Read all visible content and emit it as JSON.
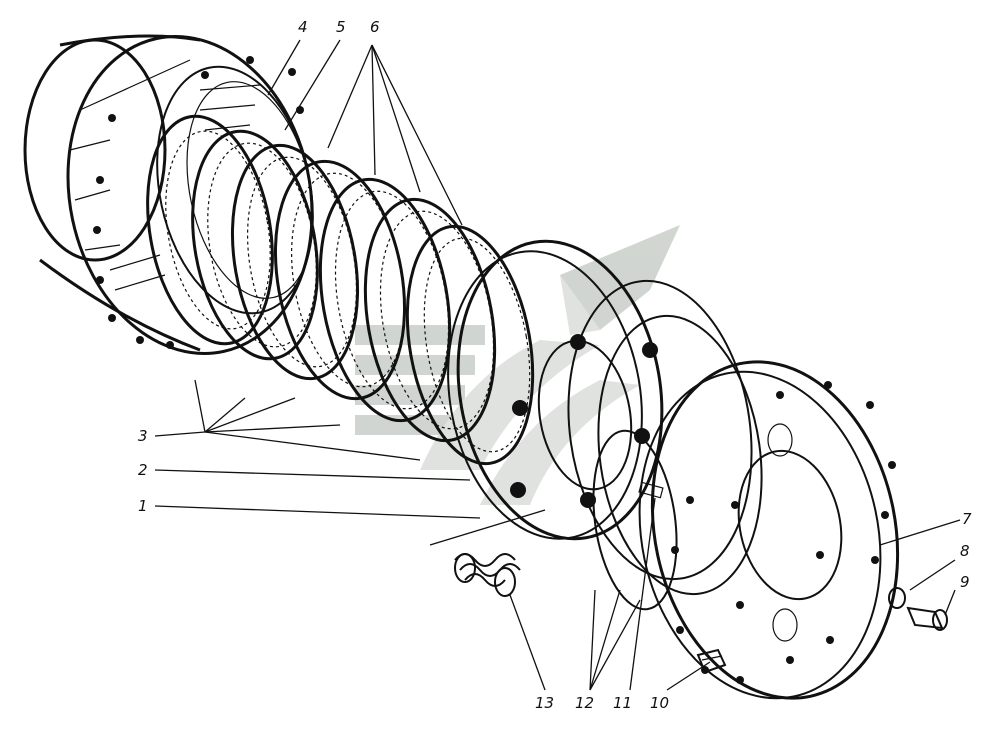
{
  "callouts": [
    {
      "id": "1",
      "text": "1"
    },
    {
      "id": "2",
      "text": "2"
    },
    {
      "id": "3",
      "text": "3"
    },
    {
      "id": "4",
      "text": "4"
    },
    {
      "id": "5",
      "text": "5"
    },
    {
      "id": "6",
      "text": "6"
    },
    {
      "id": "7",
      "text": "7"
    },
    {
      "id": "8",
      "text": "8"
    },
    {
      "id": "9",
      "text": "9"
    },
    {
      "id": "10",
      "text": "10"
    },
    {
      "id": "11",
      "text": "11"
    },
    {
      "id": "12",
      "text": "12"
    },
    {
      "id": "13",
      "text": "13"
    }
  ],
  "colors": {
    "ink": "#111111",
    "watermark": "#9aa39a",
    "background": "#ffffff"
  }
}
